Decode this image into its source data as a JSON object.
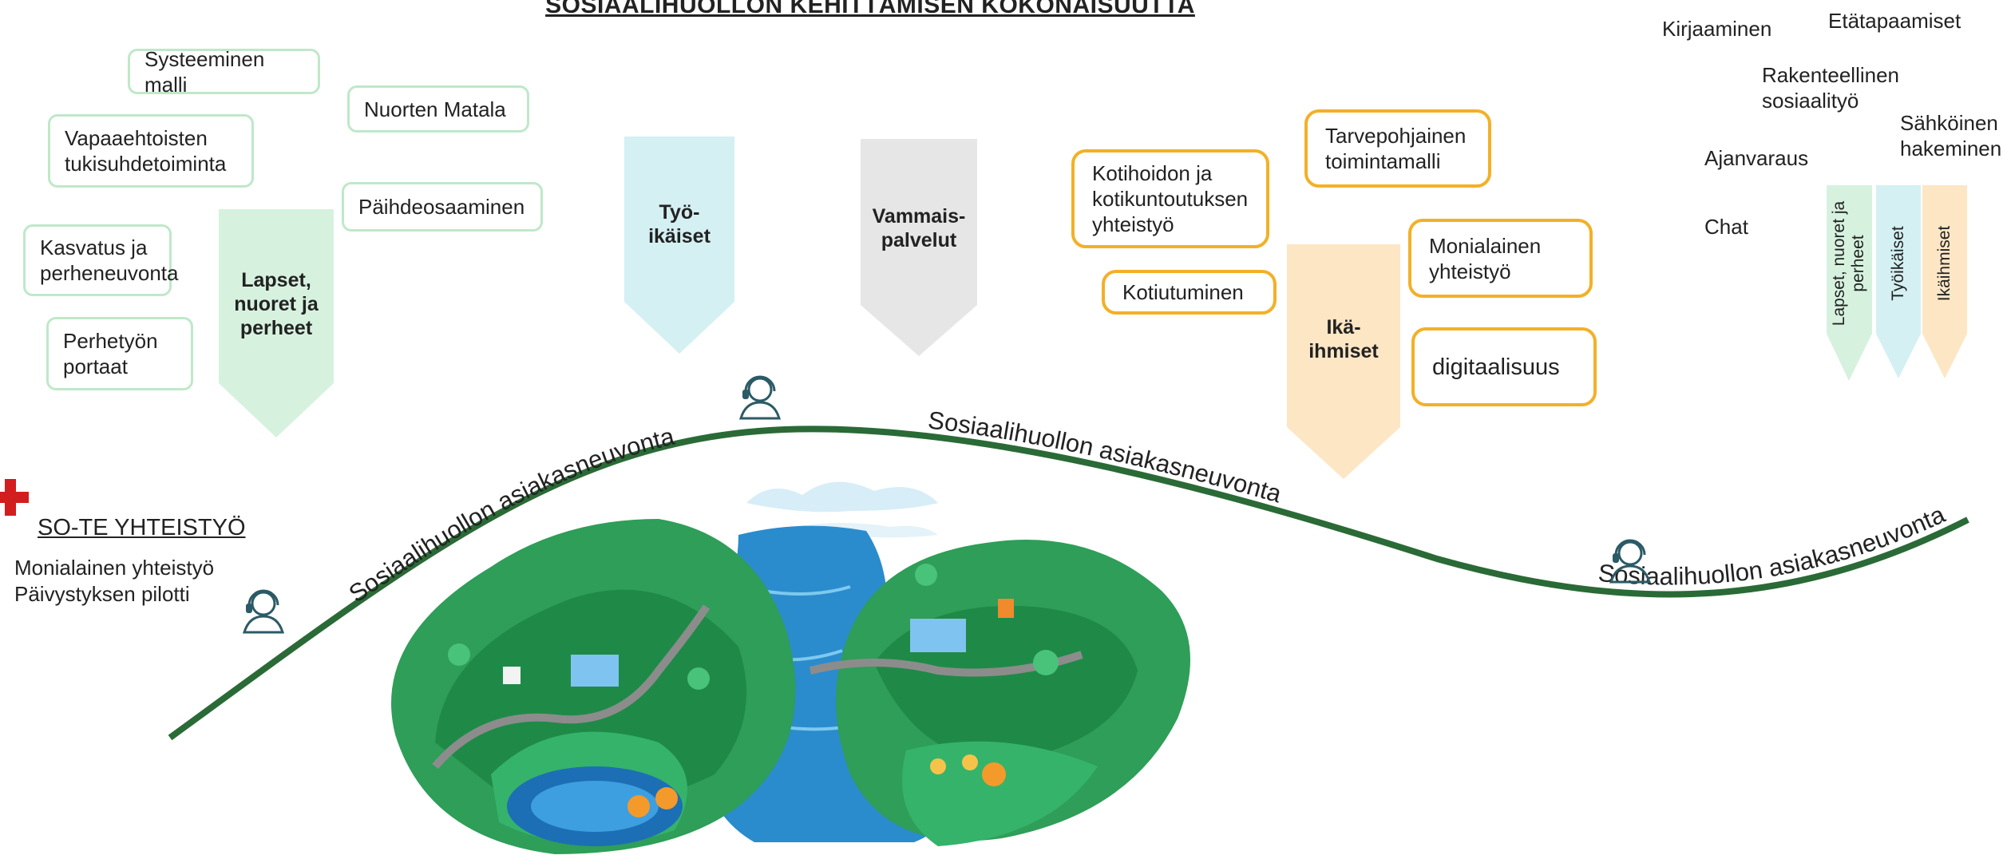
{
  "title": "SOSIAALIHUOLLON KEHITTÄMISEN KOKONAISUUTTA",
  "children_topics": {
    "systeeminen": "Systeeminen malli",
    "vapaaehtoisten": "Vapaaehtoisten tukisuhdetoiminta",
    "nuorten": "Nuorten Matala",
    "paihde": "Päihdeosaaminen",
    "kasvatus": "Kasvatus ja perheneuvonta",
    "perhetyon": "Perhetyön portaat"
  },
  "arrows": {
    "lapset": "Lapset, nuoret ja perheet",
    "tyoikaiset": "Työ-ikäiset",
    "vammais": "Vammais-palvelut",
    "ikaihmiset": "Ikä-ihmiset"
  },
  "elderly_topics": {
    "kotihoidon": "Kotihoidon ja kotikuntoutuksen yhteistyö",
    "tarvepohjainen": "Tarvepohjainen toimintamalli",
    "kotiutuminen": "Kotiutuminen",
    "monialainen": "Monialainen yhteistyö",
    "digitaalisuus": "digitaalisuus"
  },
  "right_topics": {
    "kirjaaminen": "Kirjaaminen",
    "etatapaamiset": "Etätapaamiset",
    "rakenteellinen": "Rakenteellinen sosiaalityö",
    "ajanvaraus": "Ajanvaraus",
    "sahkoinen": "Sähköinen hakeminen",
    "chat": "Chat"
  },
  "small_arrows": {
    "lapset": "Lapset, nuoret ja perheet",
    "tyoikaiset": "Työikäiset",
    "ikaihmiset": "Ikäihmiset"
  },
  "sote": {
    "title": "SO-TE YHTEISTYÖ",
    "line1": "Monialainen yhteistyö",
    "line2": "Päivystyksen pilotti"
  },
  "curve_label": "Sosiaalihuollon asiakasneuvonta",
  "colors": {
    "green_light": "#d6f2df",
    "cyan_light": "#d4f0f3",
    "gray_light": "#e6e6e6",
    "orange_light": "#fde6c4",
    "curve": "#2a6a36",
    "orange_border": "#f3b027",
    "green_border": "#bfe8c9",
    "red_cross": "#d21e1e",
    "icon_teal": "#2b5a66"
  },
  "icons": [
    "headset-icon",
    "red-cross-icon"
  ]
}
